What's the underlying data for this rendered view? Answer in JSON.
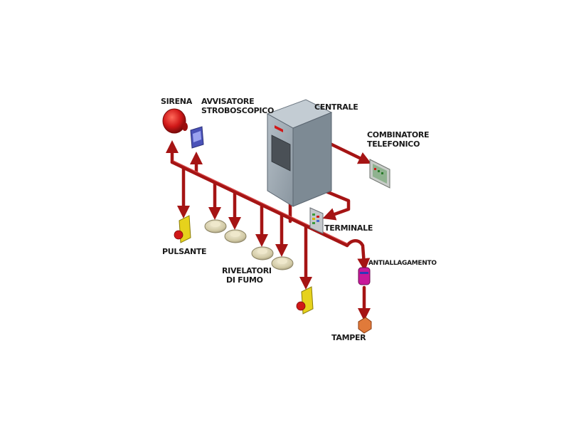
{
  "labels": {
    "sirena": "SIRENA",
    "avvisatore_1": "AVVISATORE",
    "avvisatore_2": "STROBOSCOPICO",
    "centrale": "CENTRALE",
    "combinatore_1": "COMBINATORE",
    "combinatore_2": "TELEFONICO",
    "terminale": "TERMINALE",
    "pulsante": "PULSANTE",
    "rivelatori_1": "RIVELATORI",
    "rivelatori_2": "DI FUMO",
    "antiallagamento": "ANTIALLAGAMENTO",
    "tamper": "TAMPER"
  },
  "colors": {
    "pipe": "#a51414",
    "panel": "#9aa6b0",
    "detector": "#d8d2b4",
    "button_box": "#e6d21c",
    "siren": "#d01818"
  }
}
